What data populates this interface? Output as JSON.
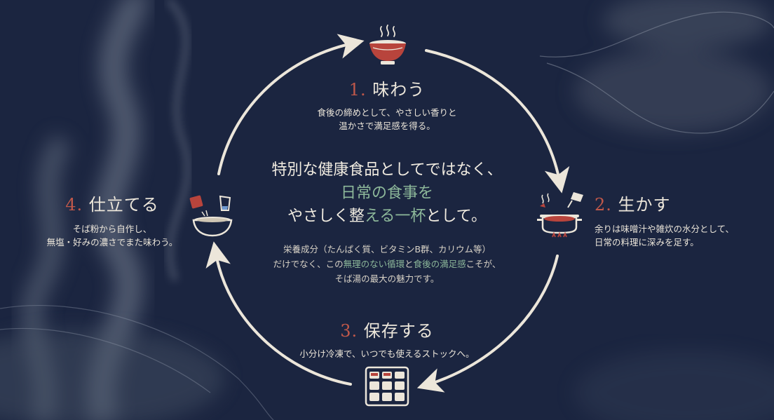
{
  "steps": [
    {
      "num": "1.",
      "title": "味わう",
      "desc": [
        "食後の締めとして、やさしい香りと",
        "温かさで満足感を得る。"
      ],
      "icon": "bowl-icon"
    },
    {
      "num": "2.",
      "title": "生かす",
      "desc": [
        "余りは味噌汁や雑炊の水分として、",
        "日常の料理に深みを足す。"
      ],
      "icon": "pot-icon"
    },
    {
      "num": "3.",
      "title": "保存する",
      "desc": [
        "小分け冷凍で、いつでも使えるストックへ。"
      ],
      "icon": "ice-tray-icon"
    },
    {
      "num": "4.",
      "title": "仕立てる",
      "desc": [
        "そば粉から自作し、",
        "無塩・好みの濃さでまた味わう。"
      ],
      "icon": "mixing-bowl-icon"
    }
  ],
  "center": {
    "line1": "特別な健康食品としてではなく、",
    "line2": "日常の食事を",
    "line3_a": "やさしく整",
    "line3_b": "える一杯",
    "line3_c": "として。",
    "sub1": "栄養成分（たんぱく質、ビタミンB群、カリウム等）",
    "sub2_a": "だけでなく、この",
    "sub2_b": "無理のない循環",
    "sub2_c": "と",
    "sub2_d": "食後の満足感",
    "sub2_e": "こそが、",
    "sub3": "そば湯の最大の魅力です。"
  },
  "colors": {
    "background": "#1b2540",
    "accent_red": "#c0584a",
    "accent_green": "#8db89a",
    "arrow": "#ece6da"
  }
}
